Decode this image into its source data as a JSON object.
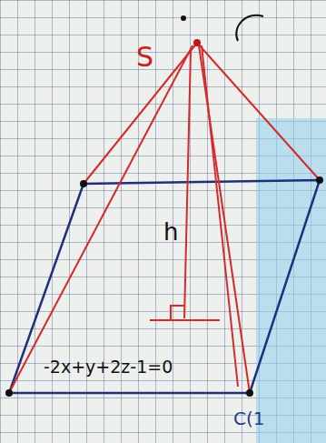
{
  "diagram": {
    "labels": [
      "S",
      "h",
      "-2x+y+2z-1=0",
      "C(1"
    ]
  }
}
